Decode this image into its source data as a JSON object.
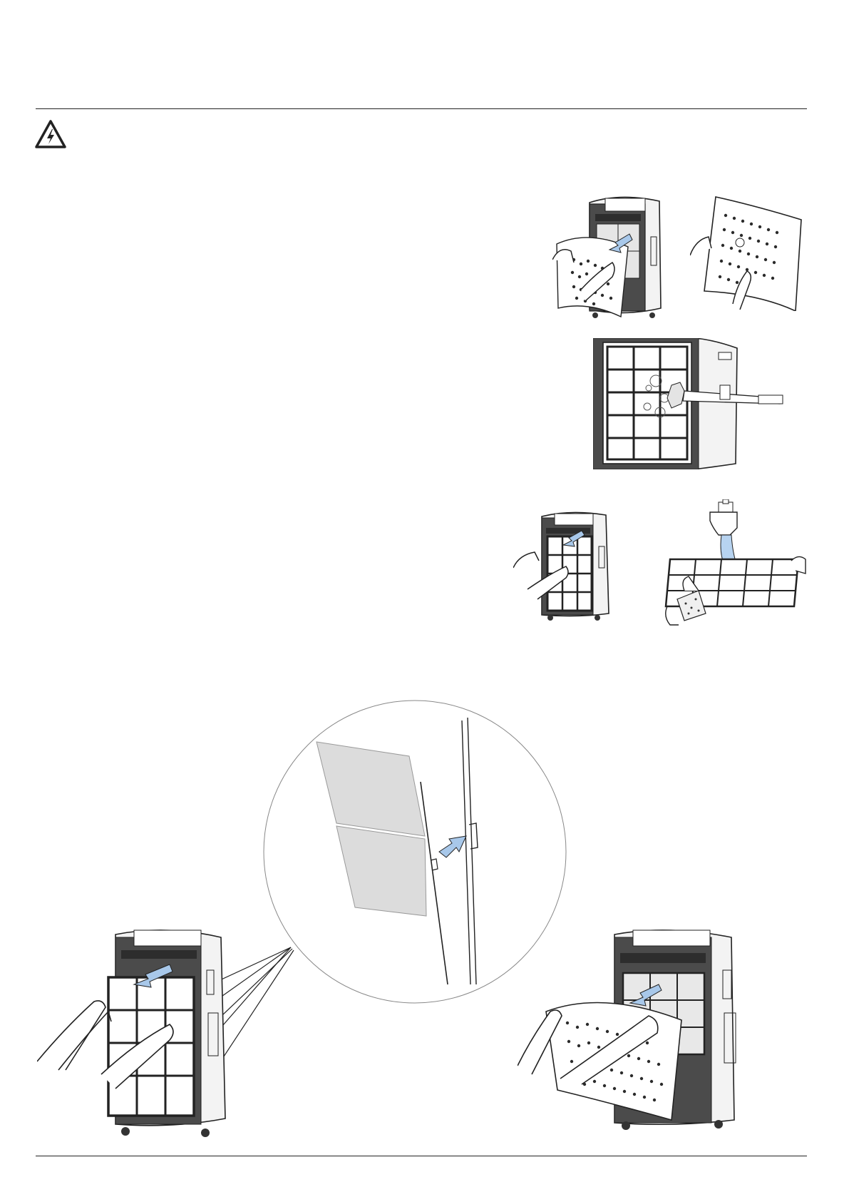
{
  "page": {
    "warning_icon": "electrical-hazard-warning-icon",
    "colors": {
      "line": "#222222",
      "unit_body_dark": "#4a4a4a",
      "unit_body_light": "#f2f2f2",
      "arrow_blue": "#a8c8ea",
      "filter_gray": "#dcdcdc",
      "water_blue": "#b7d3f0"
    }
  },
  "illustrations": [
    {
      "id": "remove-prefilter",
      "icons": [
        "hand-icon",
        "blue-arrow-icon",
        "prefilter-icon"
      ]
    },
    {
      "id": "prefilter-panel",
      "icons": [
        "hand-icon",
        "prefilter-icon"
      ]
    },
    {
      "id": "vacuum-filter",
      "icons": [
        "filter-grid-icon",
        "vacuum-nozzle-icon"
      ]
    },
    {
      "id": "remove-filter-grid",
      "icons": [
        "hand-icon",
        "blue-arrow-icon",
        "filter-grid-icon"
      ]
    },
    {
      "id": "wash-filter-grid",
      "icons": [
        "faucet-icon",
        "water-icon",
        "sponge-icon",
        "filter-grid-icon"
      ]
    },
    {
      "id": "insert-filter-grid",
      "icons": [
        "hand-icon",
        "blue-arrow-icon",
        "filter-grid-icon"
      ]
    },
    {
      "id": "detail-zoom-circle",
      "icons": [
        "filter-panel-icon",
        "hook-icon",
        "blue-arrow-icon"
      ]
    },
    {
      "id": "insert-prefilter",
      "icons": [
        "hand-icon",
        "blue-arrow-icon",
        "prefilter-icon"
      ]
    }
  ]
}
